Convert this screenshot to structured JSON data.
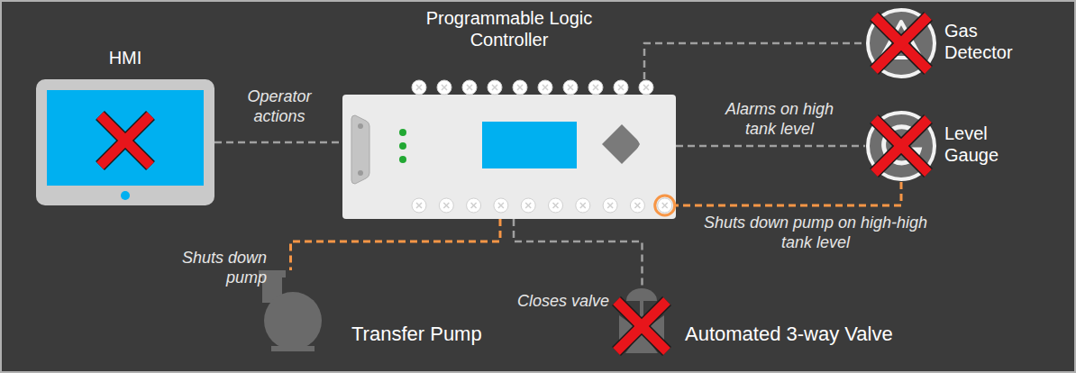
{
  "diagram": {
    "nodes": [
      {
        "text": [
          "HMI"
        ]
      },
      {
        "text": [
          "Programmable Logic Controller"
        ]
      },
      {
        "text": [
          "Gas Detector"
        ]
      },
      {
        "text": [
          "Level Gauge"
        ]
      },
      {
        "text": [
          "Transfer Pump"
        ]
      },
      {
        "text": [
          "Automated 3-way Valve"
        ]
      }
    ],
    "edges": [
      {
        "from": 0,
        "to": 1,
        "label": "Operator actions",
        "arrow": "none"
      },
      {
        "from": 1,
        "to": 2,
        "arrow": "none"
      },
      {
        "from": 1,
        "to": 3,
        "label": "Alarms on high tank level",
        "arrow": "none"
      },
      {
        "from": 3,
        "to": 1,
        "label": "Shuts down pump on high-high tank level",
        "arrow": "none"
      },
      {
        "from": 1,
        "to": 4,
        "label": "Shuts down pump",
        "arrow": "none"
      },
      {
        "from": 1,
        "to": 5,
        "label": "Closes valve",
        "arrow": "none"
      }
    ]
  }
}
